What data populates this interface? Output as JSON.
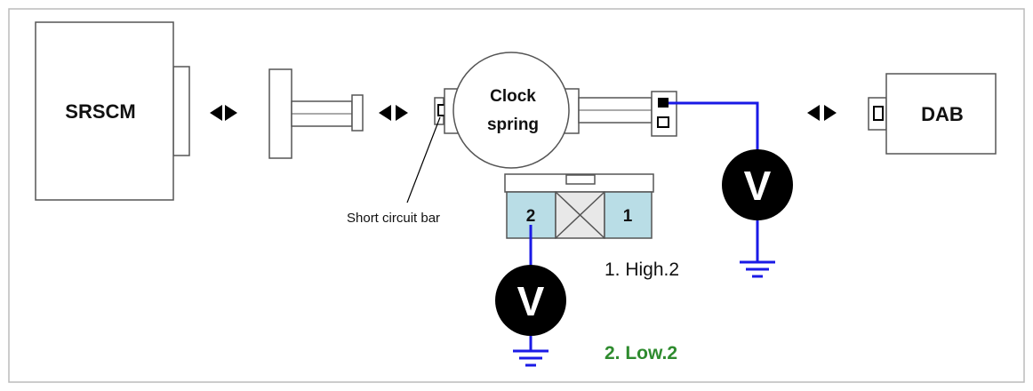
{
  "components": {
    "srscm": "SRSCM",
    "clock_spring_line1": "Clock",
    "clock_spring_line2": "spring",
    "dab": "DAB",
    "short_circuit_bar": "Short circuit bar"
  },
  "connector": {
    "pin_left": "2",
    "pin_right": "1"
  },
  "meters": {
    "symbol": "V"
  },
  "measurements": [
    {
      "text": "1. High.2",
      "color": "#111111"
    },
    {
      "text": "2. Low.2",
      "color": "#2e8b2e"
    }
  ],
  "colors": {
    "wire": "#1a1ae6",
    "connector_fill": "#b9dde6",
    "meter_fill": "#000000"
  }
}
